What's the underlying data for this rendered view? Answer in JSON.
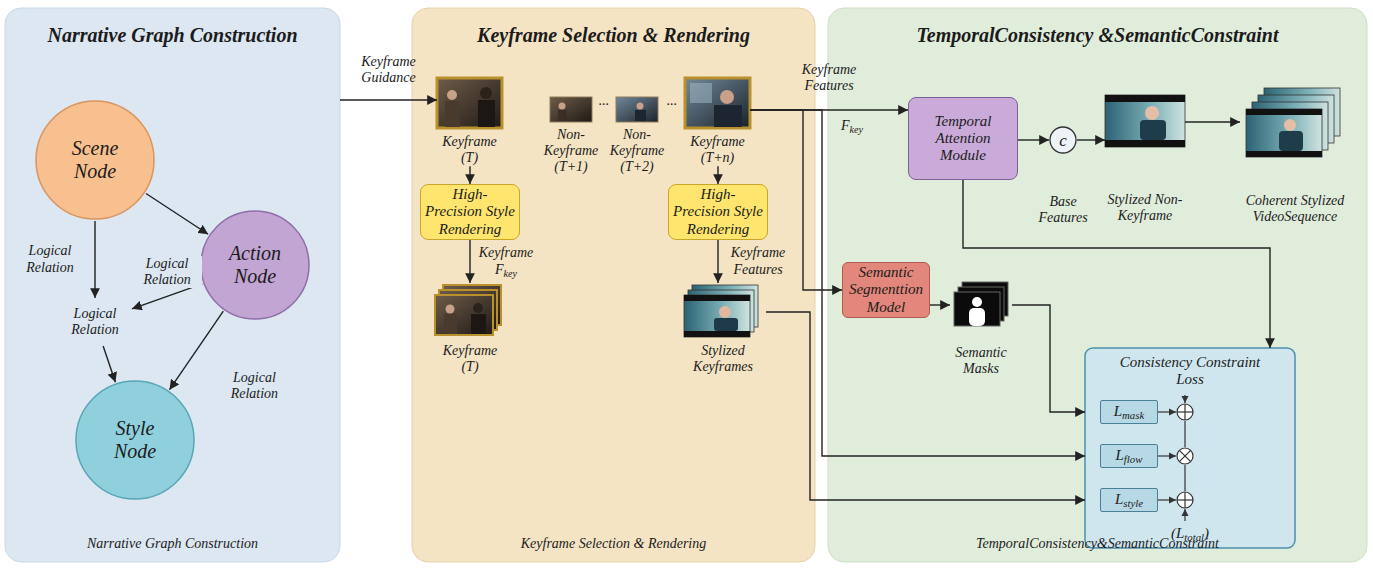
{
  "diagram": {
    "nodes": [
      {
        "text": [
          "Narrative Graph Construction",
          "Narrative Graph Construction"
        ]
      },
      {
        "text": [
          "Scene Node"
        ],
        "in": 0
      },
      {
        "text": [
          "Action Node"
        ],
        "in": 0
      },
      {
        "text": [
          "Logical Relation"
        ],
        "in": 0
      },
      {
        "text": [
          "Style Node"
        ],
        "in": 0
      },
      {
        "text": [
          "Keyframe Selection & Rendering",
          "Keyframe Selection & Rendering"
        ]
      },
      {
        "text": [
          "Keyframe (T)"
        ],
        "in": 5
      },
      {
        "text": [
          "Non-Keyframe (T+1)"
        ],
        "in": 5
      },
      {
        "text": [
          "Non-Keyframe (T+2)"
        ],
        "in": 5
      },
      {
        "text": [
          "Keyframe (T+n)"
        ],
        "in": 5
      },
      {
        "text": [
          "High-Precision Style Rendering"
        ],
        "in": 5
      },
      {
        "text": [
          "High-Precision Style Rendering"
        ],
        "in": 5
      },
      {
        "text": [
          "Keyframe (T)"
        ],
        "in": 5
      },
      {
        "text": [
          "Stylized Keyframes"
        ],
        "in": 5
      },
      {
        "text": [
          "TemporalConsistency &SemanticConstraint",
          "TemporalConsistency&SemanticConstraint"
        ]
      },
      {
        "text": [
          "Temporal Attention Module"
        ],
        "in": 14
      },
      {
        "text": [
          "c",
          "Base Features"
        ],
        "in": 14
      },
      {
        "text": [
          "Stylized Non-Keyframe"
        ],
        "in": 14
      },
      {
        "text": [
          "Coherent Stylized VideoSequence"
        ],
        "in": 14
      },
      {
        "text": [
          "Semantic Segmenttion Model"
        ],
        "in": 14
      },
      {
        "text": [
          "Semantic Masks"
        ],
        "in": 14
      },
      {
        "text": [
          "Consistency Constraint Loss",
          "(Ltotal)"
        ],
        "in": 14
      },
      {
        "text": [
          "Lmask"
        ],
        "in": 21
      },
      {
        "text": [
          "Lflow"
        ],
        "in": 21
      },
      {
        "text": [
          "Lstyle"
        ],
        "in": 21
      }
    ],
    "edges": [
      {
        "from": 1,
        "to": 2,
        "arrow": "to"
      },
      {
        "from": 1,
        "to": 3,
        "label": "Logical Relation",
        "arrow": "to"
      },
      {
        "from": 2,
        "to": 3,
        "label": "Logical Relation",
        "arrow": "to"
      },
      {
        "from": 3,
        "to": 4,
        "arrow": "to"
      },
      {
        "from": 2,
        "to": 4,
        "label": "Logical Relation",
        "arrow": "to"
      },
      {
        "from": 0,
        "to": 6,
        "label": "Keyframe Guidance",
        "arrow": "to"
      },
      {
        "from": 6,
        "to": 10,
        "arrow": "to"
      },
      {
        "from": 10,
        "to": 12,
        "label": "Keyframe Fkey",
        "arrow": "to"
      },
      {
        "from": 9,
        "to": 11,
        "arrow": "to"
      },
      {
        "from": 11,
        "to": 13,
        "label": "Keyframe Features",
        "arrow": "to"
      },
      {
        "from": 9,
        "to": 15,
        "label": "Keyframe Features",
        "arrow": "to"
      },
      {
        "from": 15,
        "to": 16,
        "arrow": "to"
      },
      {
        "from": 16,
        "to": 17,
        "arrow": "to"
      },
      {
        "from": 17,
        "to": 18,
        "arrow": "to"
      },
      {
        "from": 9,
        "to": 19,
        "arrow": "to"
      },
      {
        "from": 19,
        "to": 20,
        "arrow": "to"
      },
      {
        "from": 15,
        "to": 21,
        "arrow": "to"
      },
      {
        "from": 20,
        "to": 21,
        "arrow": "to"
      },
      {
        "from": 9,
        "to": 21,
        "arrow": "to"
      },
      {
        "from": 13,
        "to": 21,
        "arrow": "to"
      }
    ],
    "labels": [
      "...",
      "...",
      "Fkey"
    ]
  }
}
